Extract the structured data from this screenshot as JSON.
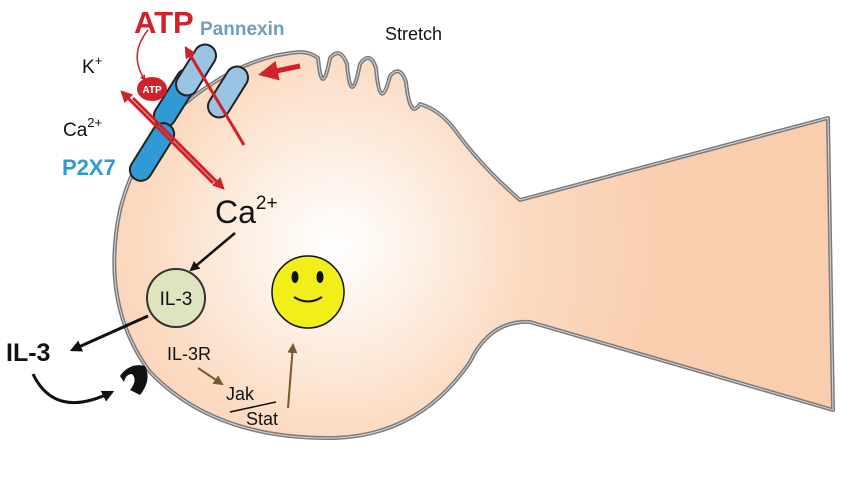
{
  "labels": {
    "atp_top": "ATP",
    "pannexin": "Pannexin",
    "stretch": "Stretch",
    "k_base": "K",
    "k_sup": "+",
    "ca_small_base": "Ca",
    "ca_small_sup": "2+",
    "p2x7": "P2X7",
    "atp_small": "ATP",
    "ca_large_base": "Ca",
    "ca_large_sup": "2+",
    "il3_inner": "IL-3",
    "il3_outer": "IL-3",
    "il3r": "IL-3R",
    "jak": "Jak",
    "stat": "Stat"
  },
  "colors": {
    "atp_red": "#d0222a",
    "pannexin_blue": "#6f9ec0",
    "p2x7_blue": "#2f9ad4",
    "cell_fill": "#fbd4b4",
    "cell_outline": "#777777",
    "il3_fill": "#dfe4bf",
    "smiley_yellow": "#f2ee19",
    "brown_arrow": "#7a5a2c"
  },
  "icons": {
    "receptor": "il3-receptor-icon",
    "smiley": "smiley-face-icon"
  }
}
